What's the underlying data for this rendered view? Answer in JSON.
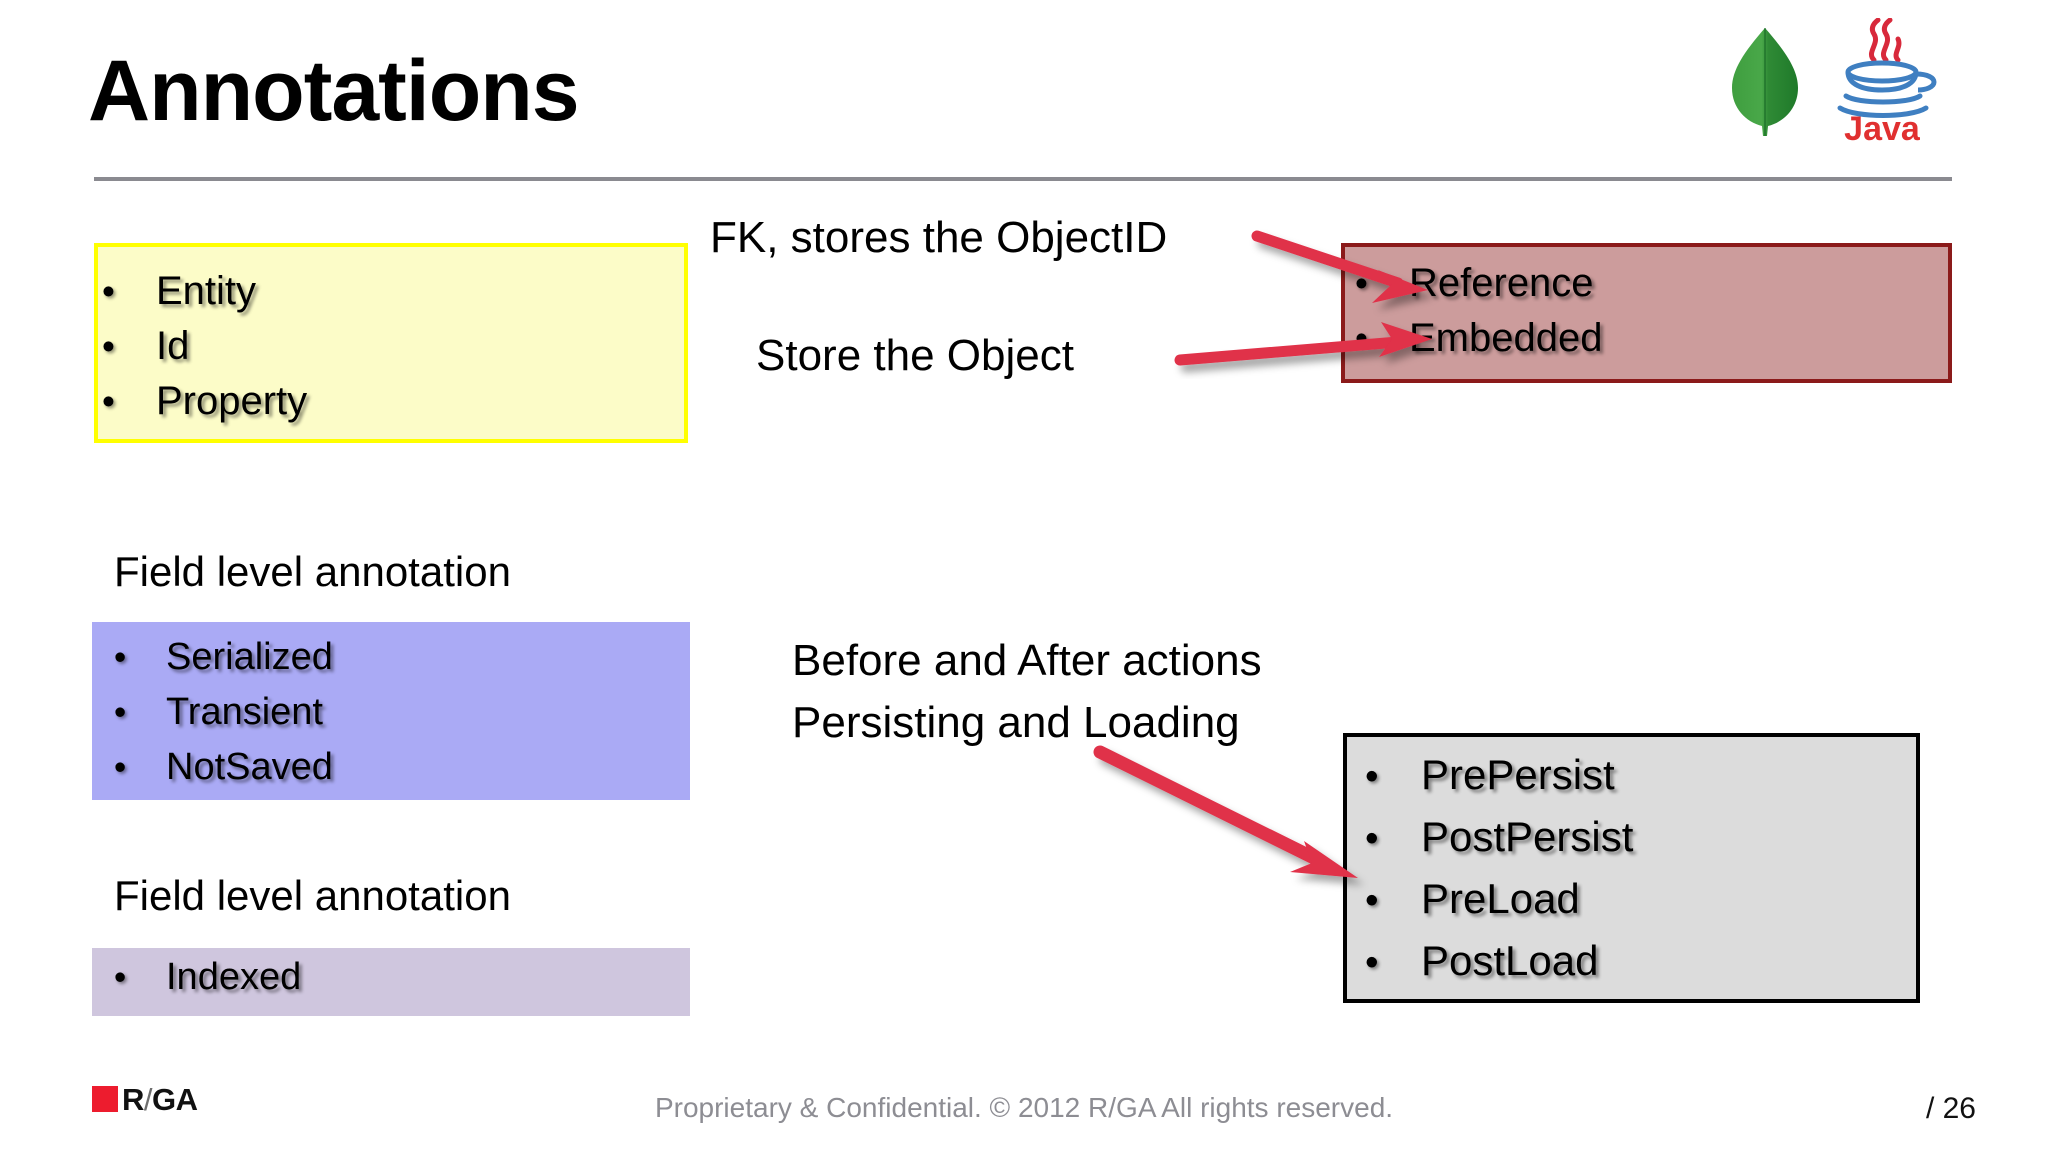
{
  "slide": {
    "title": "Annotations",
    "logos": {
      "mongodb": "mongodb-leaf-logo",
      "java": "java-logo",
      "java_wordmark": "Java"
    }
  },
  "class_level_box": {
    "name": "class-level-annotations",
    "bullet_glyph": "•",
    "fill_color": "#fcfcc8",
    "border_color": "#ffff00",
    "items": [
      "Entity",
      "Id",
      "Property"
    ]
  },
  "relationships_box": {
    "name": "relationship-annotations",
    "bullet_glyph": "•",
    "fill_color": "#cc9c9c",
    "border_color": "#8b1a1a",
    "items": [
      "Reference",
      "Embedded"
    ]
  },
  "field_level_1": {
    "label": "Field level annotation",
    "bullet_glyph": "•",
    "fill_color": "#aaaaf5",
    "items": [
      "Serialized",
      "Transient",
      "NotSaved"
    ]
  },
  "field_level_2": {
    "label": "Field level annotation",
    "bullet_glyph": "•",
    "fill_color": "#cfc6de",
    "items": [
      "Indexed"
    ]
  },
  "lifecycle_box": {
    "name": "lifecycle-annotations",
    "bullet_glyph": "•",
    "fill_color": "#dcdcdc",
    "border_color": "#000000",
    "items": [
      "PrePersist",
      "PostPersist",
      "PreLoad",
      "PostLoad"
    ]
  },
  "callouts": {
    "fk": "FK, stores the ObjectID",
    "store": "Store the Object",
    "lifecycle_line1": "Before and After actions",
    "lifecycle_line2": "Persisting and Loading",
    "arrow_color": "#e0304a"
  },
  "footer": {
    "logo_text_r": "R",
    "logo_text_slash": "/",
    "logo_text_ga": "GA",
    "copyright": "Proprietary & Confidential. © 2012 R/GA  All rights reserved.",
    "page": "/ 26",
    "accent_color": "#ed1c2e"
  }
}
